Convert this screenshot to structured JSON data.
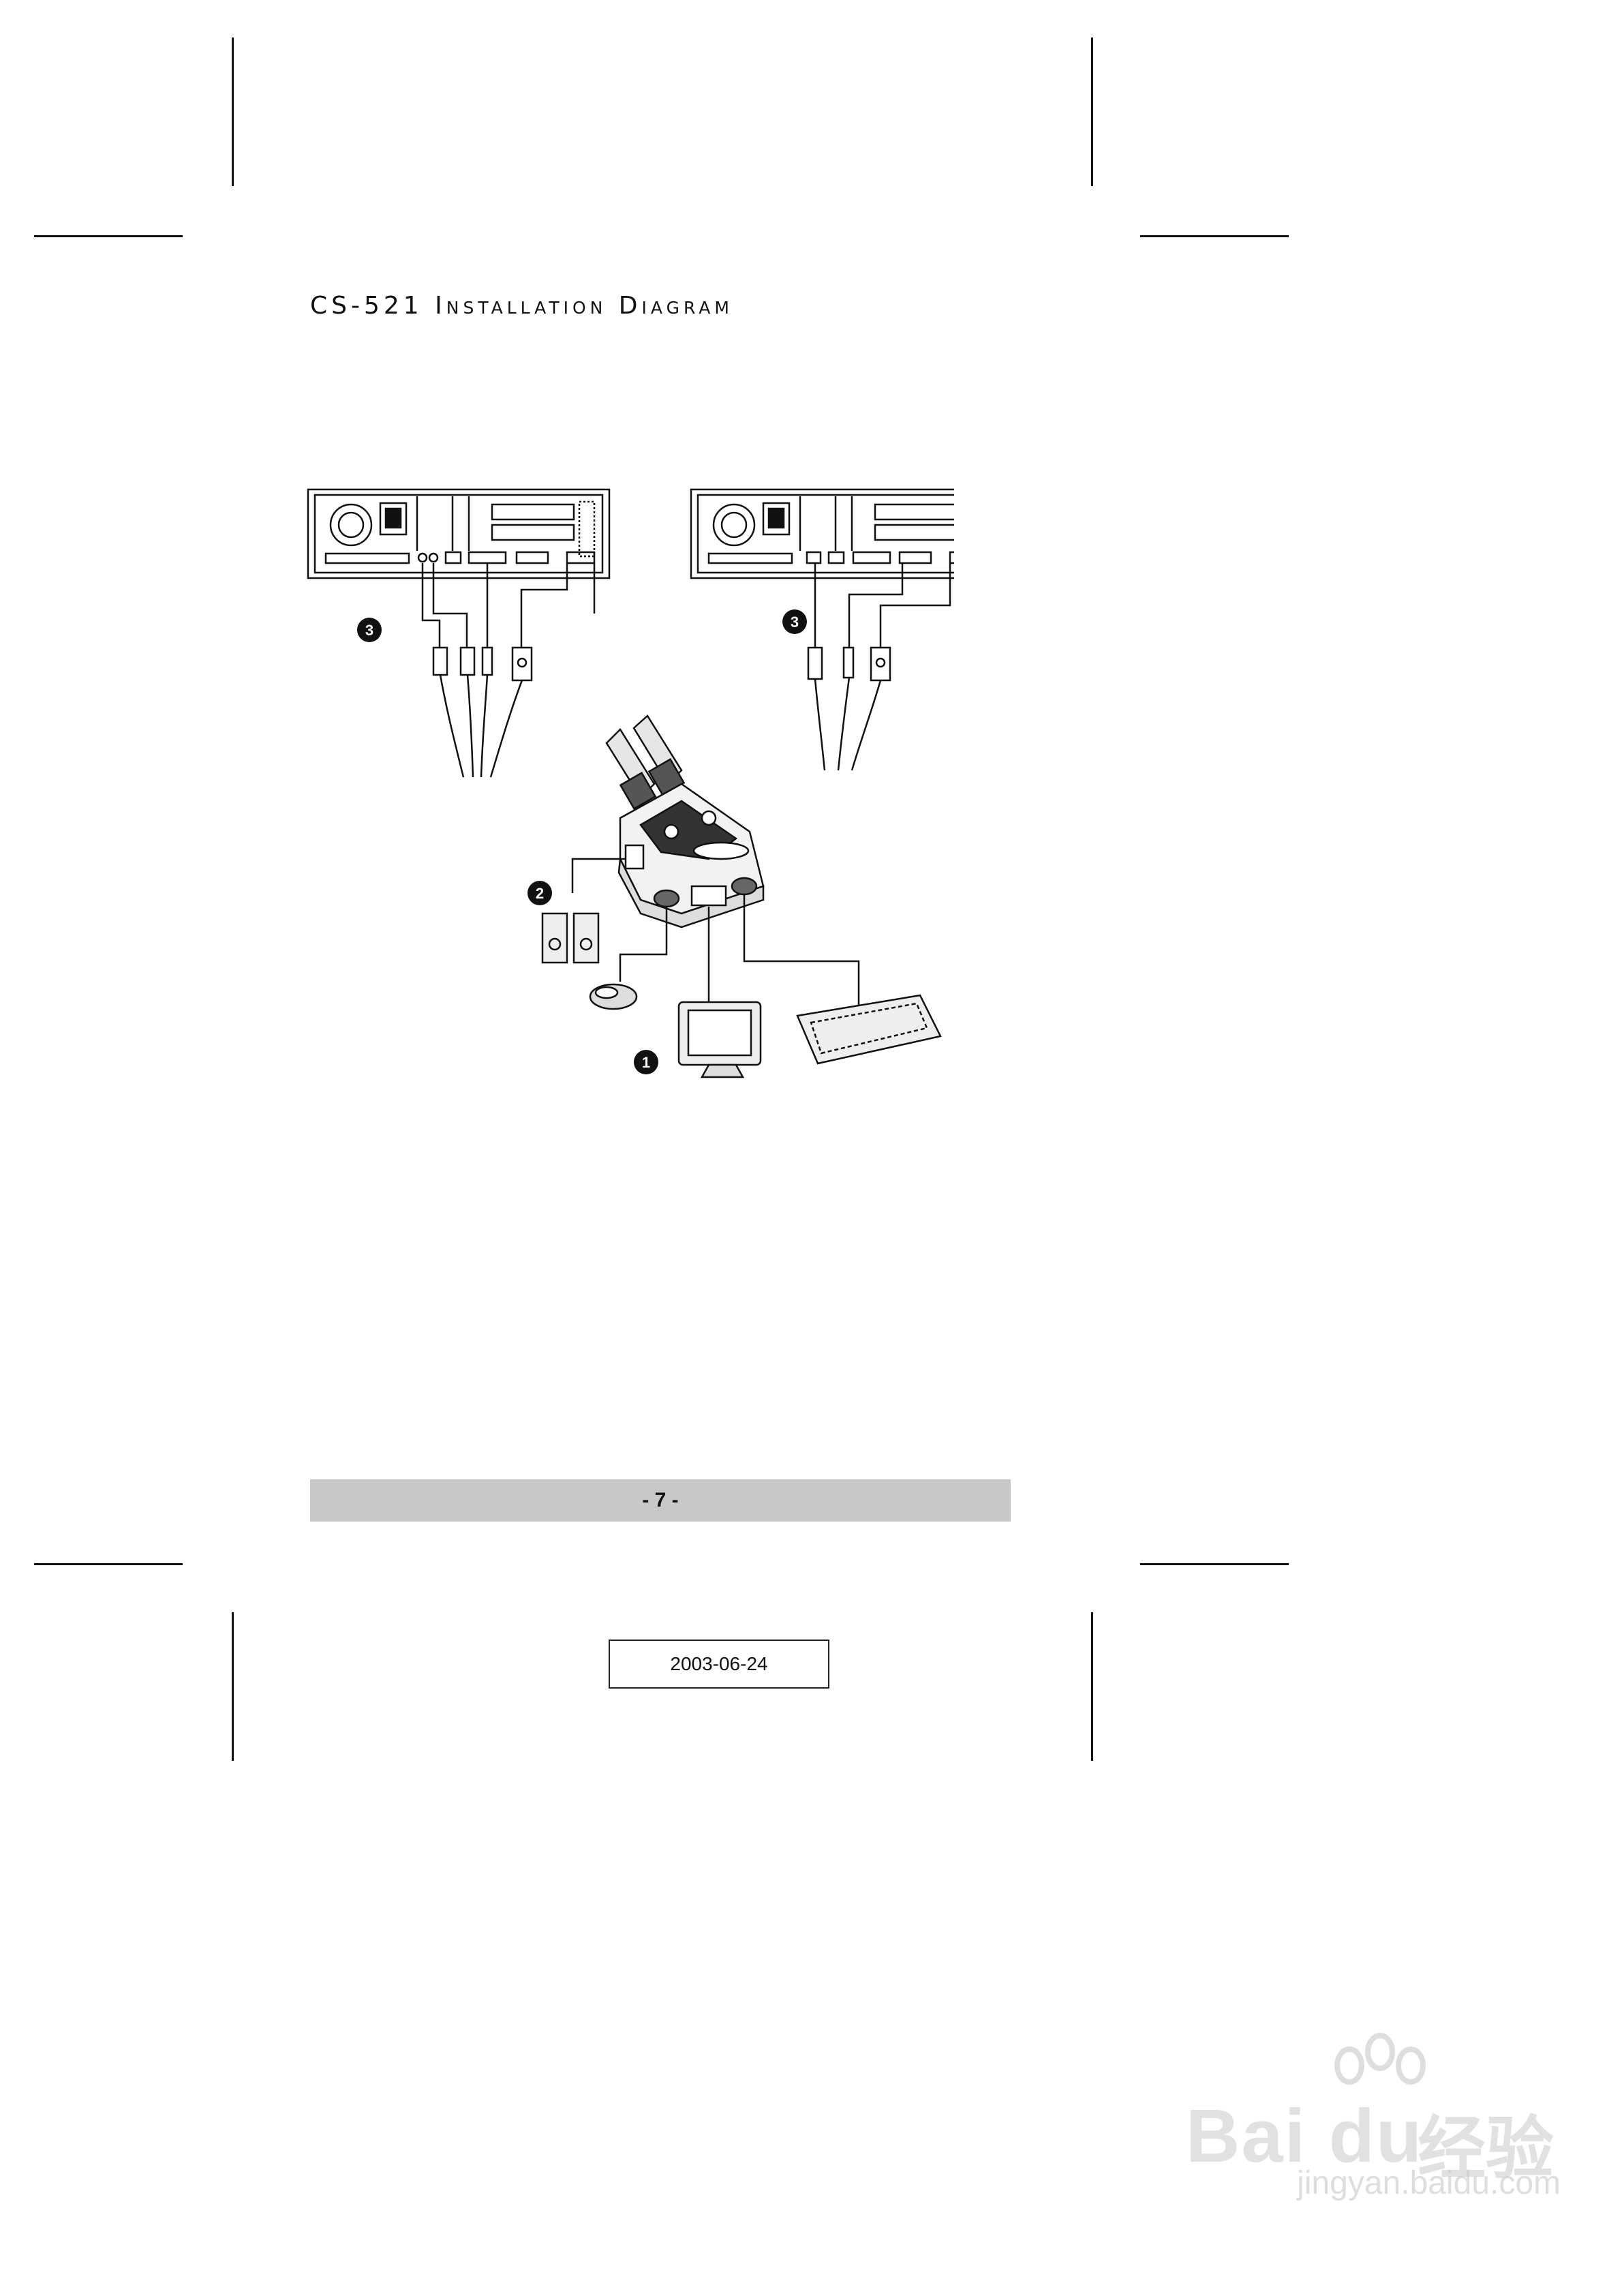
{
  "document": {
    "title": "CS-521 Installation Diagram",
    "page_number": "- 7 -",
    "date": "2003-06-24"
  },
  "diagram": {
    "callouts": [
      "3",
      "3",
      "2",
      "1"
    ]
  },
  "watermark": {
    "brand": "Bai du",
    "brand_cn": "经验",
    "url": "jingyan.baidu.com"
  }
}
